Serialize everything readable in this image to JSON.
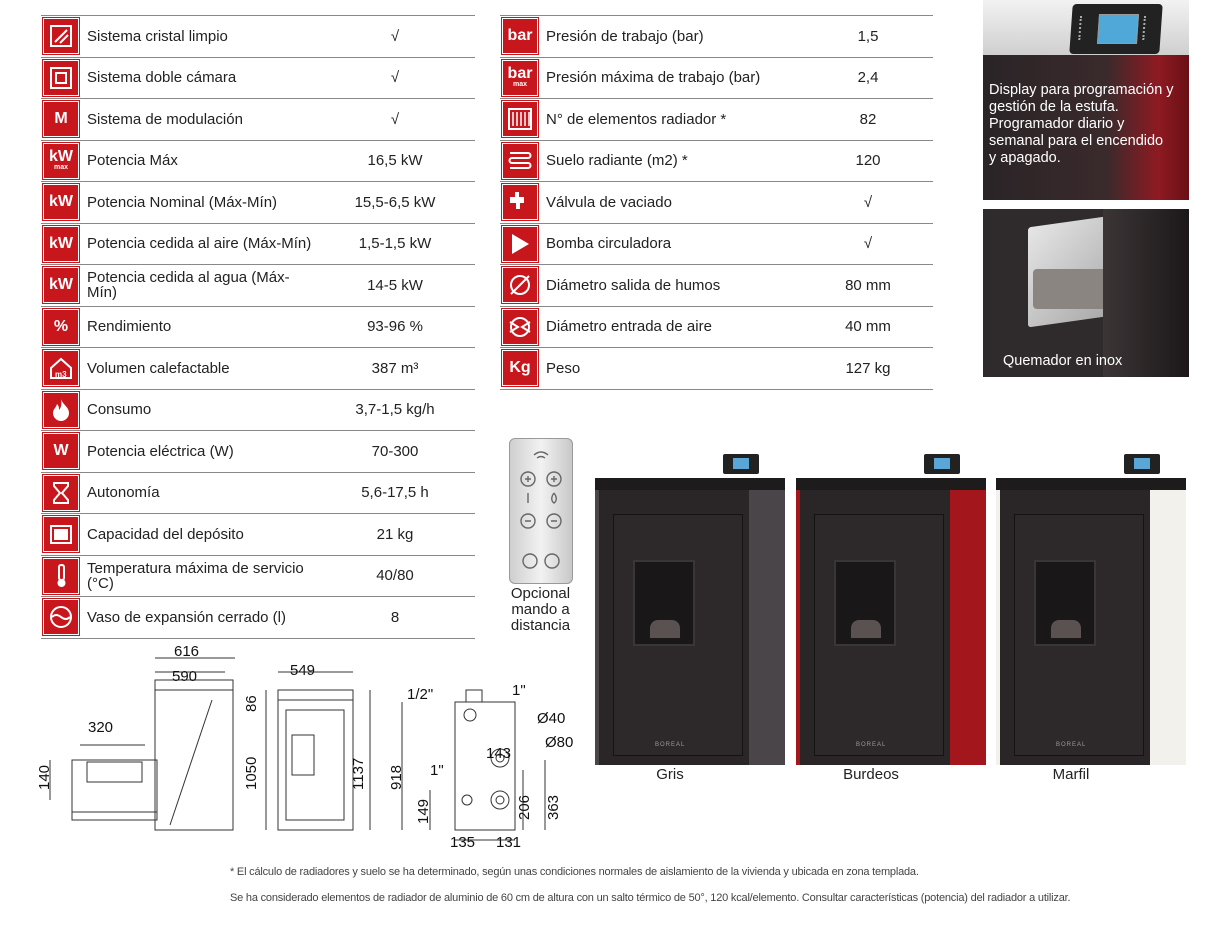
{
  "left_specs": [
    {
      "icon": "glass-icon",
      "label": "Sistema cristal limpio",
      "value": "√"
    },
    {
      "icon": "double-chamber-icon",
      "label": "Sistema doble cámara",
      "value": "√"
    },
    {
      "icon": "modulation-icon",
      "icon_text": "M",
      "label": "Sistema de modulación",
      "value": "√"
    },
    {
      "icon": "kw-max-icon",
      "icon_text": "kW",
      "icon_sub": "max",
      "label": "Potencia Máx",
      "value": "16,5 kW"
    },
    {
      "icon": "kw-icon",
      "icon_text": "kW",
      "label": "Potencia Nominal (Máx-Mín)",
      "value": "15,5-6,5 kW"
    },
    {
      "icon": "kw-air-icon",
      "icon_text": "kW",
      "label": "Potencia cedida al aire (Máx-Mín)",
      "value": "1,5-1,5 kW"
    },
    {
      "icon": "kw-water-icon",
      "icon_text": "kW",
      "label": "Potencia cedida al agua (Máx-Mín)",
      "value": "14-5 kW"
    },
    {
      "icon": "percent-icon",
      "icon_text": "%",
      "label": "Rendimiento",
      "value": "93-96 %"
    },
    {
      "icon": "house-m3-icon",
      "label": "Volumen calefactable",
      "value": "387 m³"
    },
    {
      "icon": "flame-icon",
      "label": "Consumo",
      "value": "3,7-1,5 kg/h"
    },
    {
      "icon": "watt-icon",
      "icon_text": "W",
      "label": "Potencia eléctrica (W)",
      "value": "70-300"
    },
    {
      "icon": "hourglass-icon",
      "label": "Autonomía",
      "value": "5,6-17,5 h"
    },
    {
      "icon": "hopper-icon",
      "label": "Capacidad del depósito",
      "value": "21 kg"
    },
    {
      "icon": "thermometer-icon",
      "label": "Temperatura máxima de servicio (°C)",
      "value": "40/80"
    },
    {
      "icon": "expansion-vessel-icon",
      "label": "Vaso de expansión cerrado (l)",
      "value": "8"
    }
  ],
  "right_specs": [
    {
      "icon": "bar-icon",
      "icon_text": "bar",
      "label": "Presión de trabajo (bar)",
      "value": "1,5"
    },
    {
      "icon": "bar-max-icon",
      "icon_text": "bar",
      "icon_sub": "max",
      "label": "Presión máxima de trabajo (bar)",
      "value": "2,4"
    },
    {
      "icon": "radiator-icon",
      "label": "N° de elementos radiador *",
      "value": "82"
    },
    {
      "icon": "floor-heating-icon",
      "label": "Suelo radiante (m2) *",
      "value": "120"
    },
    {
      "icon": "drain-valve-icon",
      "label": "Válvula de vaciado",
      "value": "√"
    },
    {
      "icon": "pump-icon",
      "label": "Bomba circuladora",
      "value": "√"
    },
    {
      "icon": "smoke-diameter-icon",
      "label": "Diámetro salida de humos",
      "value": "80 mm"
    },
    {
      "icon": "air-diameter-icon",
      "label": "Diámetro entrada de aire",
      "value": "40 mm"
    },
    {
      "icon": "weight-icon",
      "icon_text": "Kg",
      "label": "Peso",
      "value": "127 kg"
    }
  ],
  "display_caption": "Display para programación y gestión de la estufa. Programador diario y semanal para el encendido y apagado.",
  "burner_caption": "Quemador en inox",
  "remote_caption": "Opcional mando a distancia",
  "stoves": [
    {
      "label": "Gris",
      "side": "#4a4548"
    },
    {
      "label": "Burdeos",
      "side": "#a3161c"
    },
    {
      "label": "Marfil",
      "side": "#f3f1ec"
    }
  ],
  "brand_mark": "BOREAL",
  "dimensions": {
    "top_width": "320",
    "top_depth": "140",
    "side_outer": "616",
    "side_inner": "590",
    "front_width": "549",
    "front_top": "86",
    "front_mid": "1050",
    "front_total": "1137",
    "rear_half": "1/2\"",
    "rear_one": "1\"",
    "rear_one_b": "1\"",
    "rear_d40": "Ø40",
    "rear_d80": "Ø80",
    "rear_143": "143",
    "rear_918": "918",
    "rear_149": "149",
    "rear_206": "206",
    "rear_363": "363",
    "rear_135": "135",
    "rear_131": "131"
  },
  "footnote_1": "* El cálculo de radiadores y suelo se ha determinado, según unas condiciones normales de aislamiento de la vivienda y ubicada en zona templada.",
  "footnote_2": "Se ha considerado elementos de radiador de aluminio de 60 cm de altura con un salto térmico de 50°, 120 kcal/elemento. Consultar características (potencia) del radiador a utilizar."
}
